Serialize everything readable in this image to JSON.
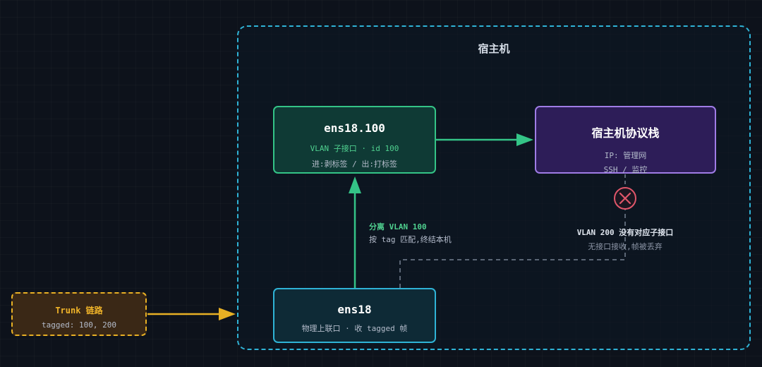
{
  "host": {
    "title": "宿主机"
  },
  "nodes": {
    "subif": {
      "title": "ens18.100",
      "line1": "VLAN 子接口 · id 100",
      "line2": "进:剥标签 / 出:打标签"
    },
    "stack": {
      "title": "宿主机协议栈",
      "line1": "IP: 管理网",
      "line2": "SSH / 监控"
    },
    "phys": {
      "title": "ens18",
      "line1": "物理上联口 · 收 tagged 帧"
    },
    "trunk": {
      "title": "Trunk 链路",
      "line1": "tagged: 100, 200"
    }
  },
  "annotations": {
    "demux": {
      "title": "分离 VLAN 100",
      "sub": "按 tag 匹配,终结本机"
    },
    "drop": {
      "title": "VLAN 200 没有对应子接口",
      "sub": "无接口接收,帧被丢弃"
    }
  },
  "colors": {
    "background": "#0d121b",
    "host_border": "#2fb3d6",
    "green": "#34c487",
    "purple": "#9f7ce6",
    "yellow": "#e8b024",
    "drop_red": "#e0566a",
    "dashed_gray": "#5b6675"
  },
  "icons": {
    "drop": "x-circle-icon"
  }
}
